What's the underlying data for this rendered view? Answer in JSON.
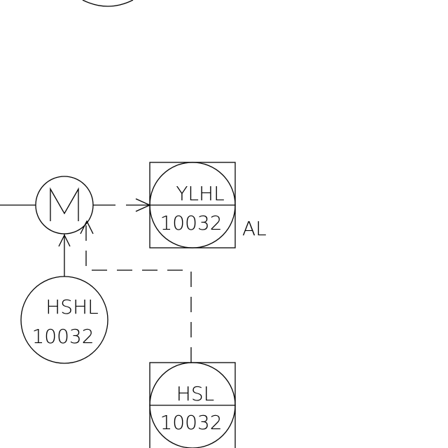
{
  "colors": {
    "line": "#000000",
    "background": "#ffffff"
  },
  "instruments": {
    "motor": {
      "symbol": "M"
    },
    "ylhl": {
      "tag": "YLHL",
      "number": "10032",
      "note": "AL"
    },
    "hshl": {
      "tag": "HSHL",
      "number": "10032"
    },
    "hsl": {
      "tag": "HSL",
      "number": "10032"
    }
  }
}
